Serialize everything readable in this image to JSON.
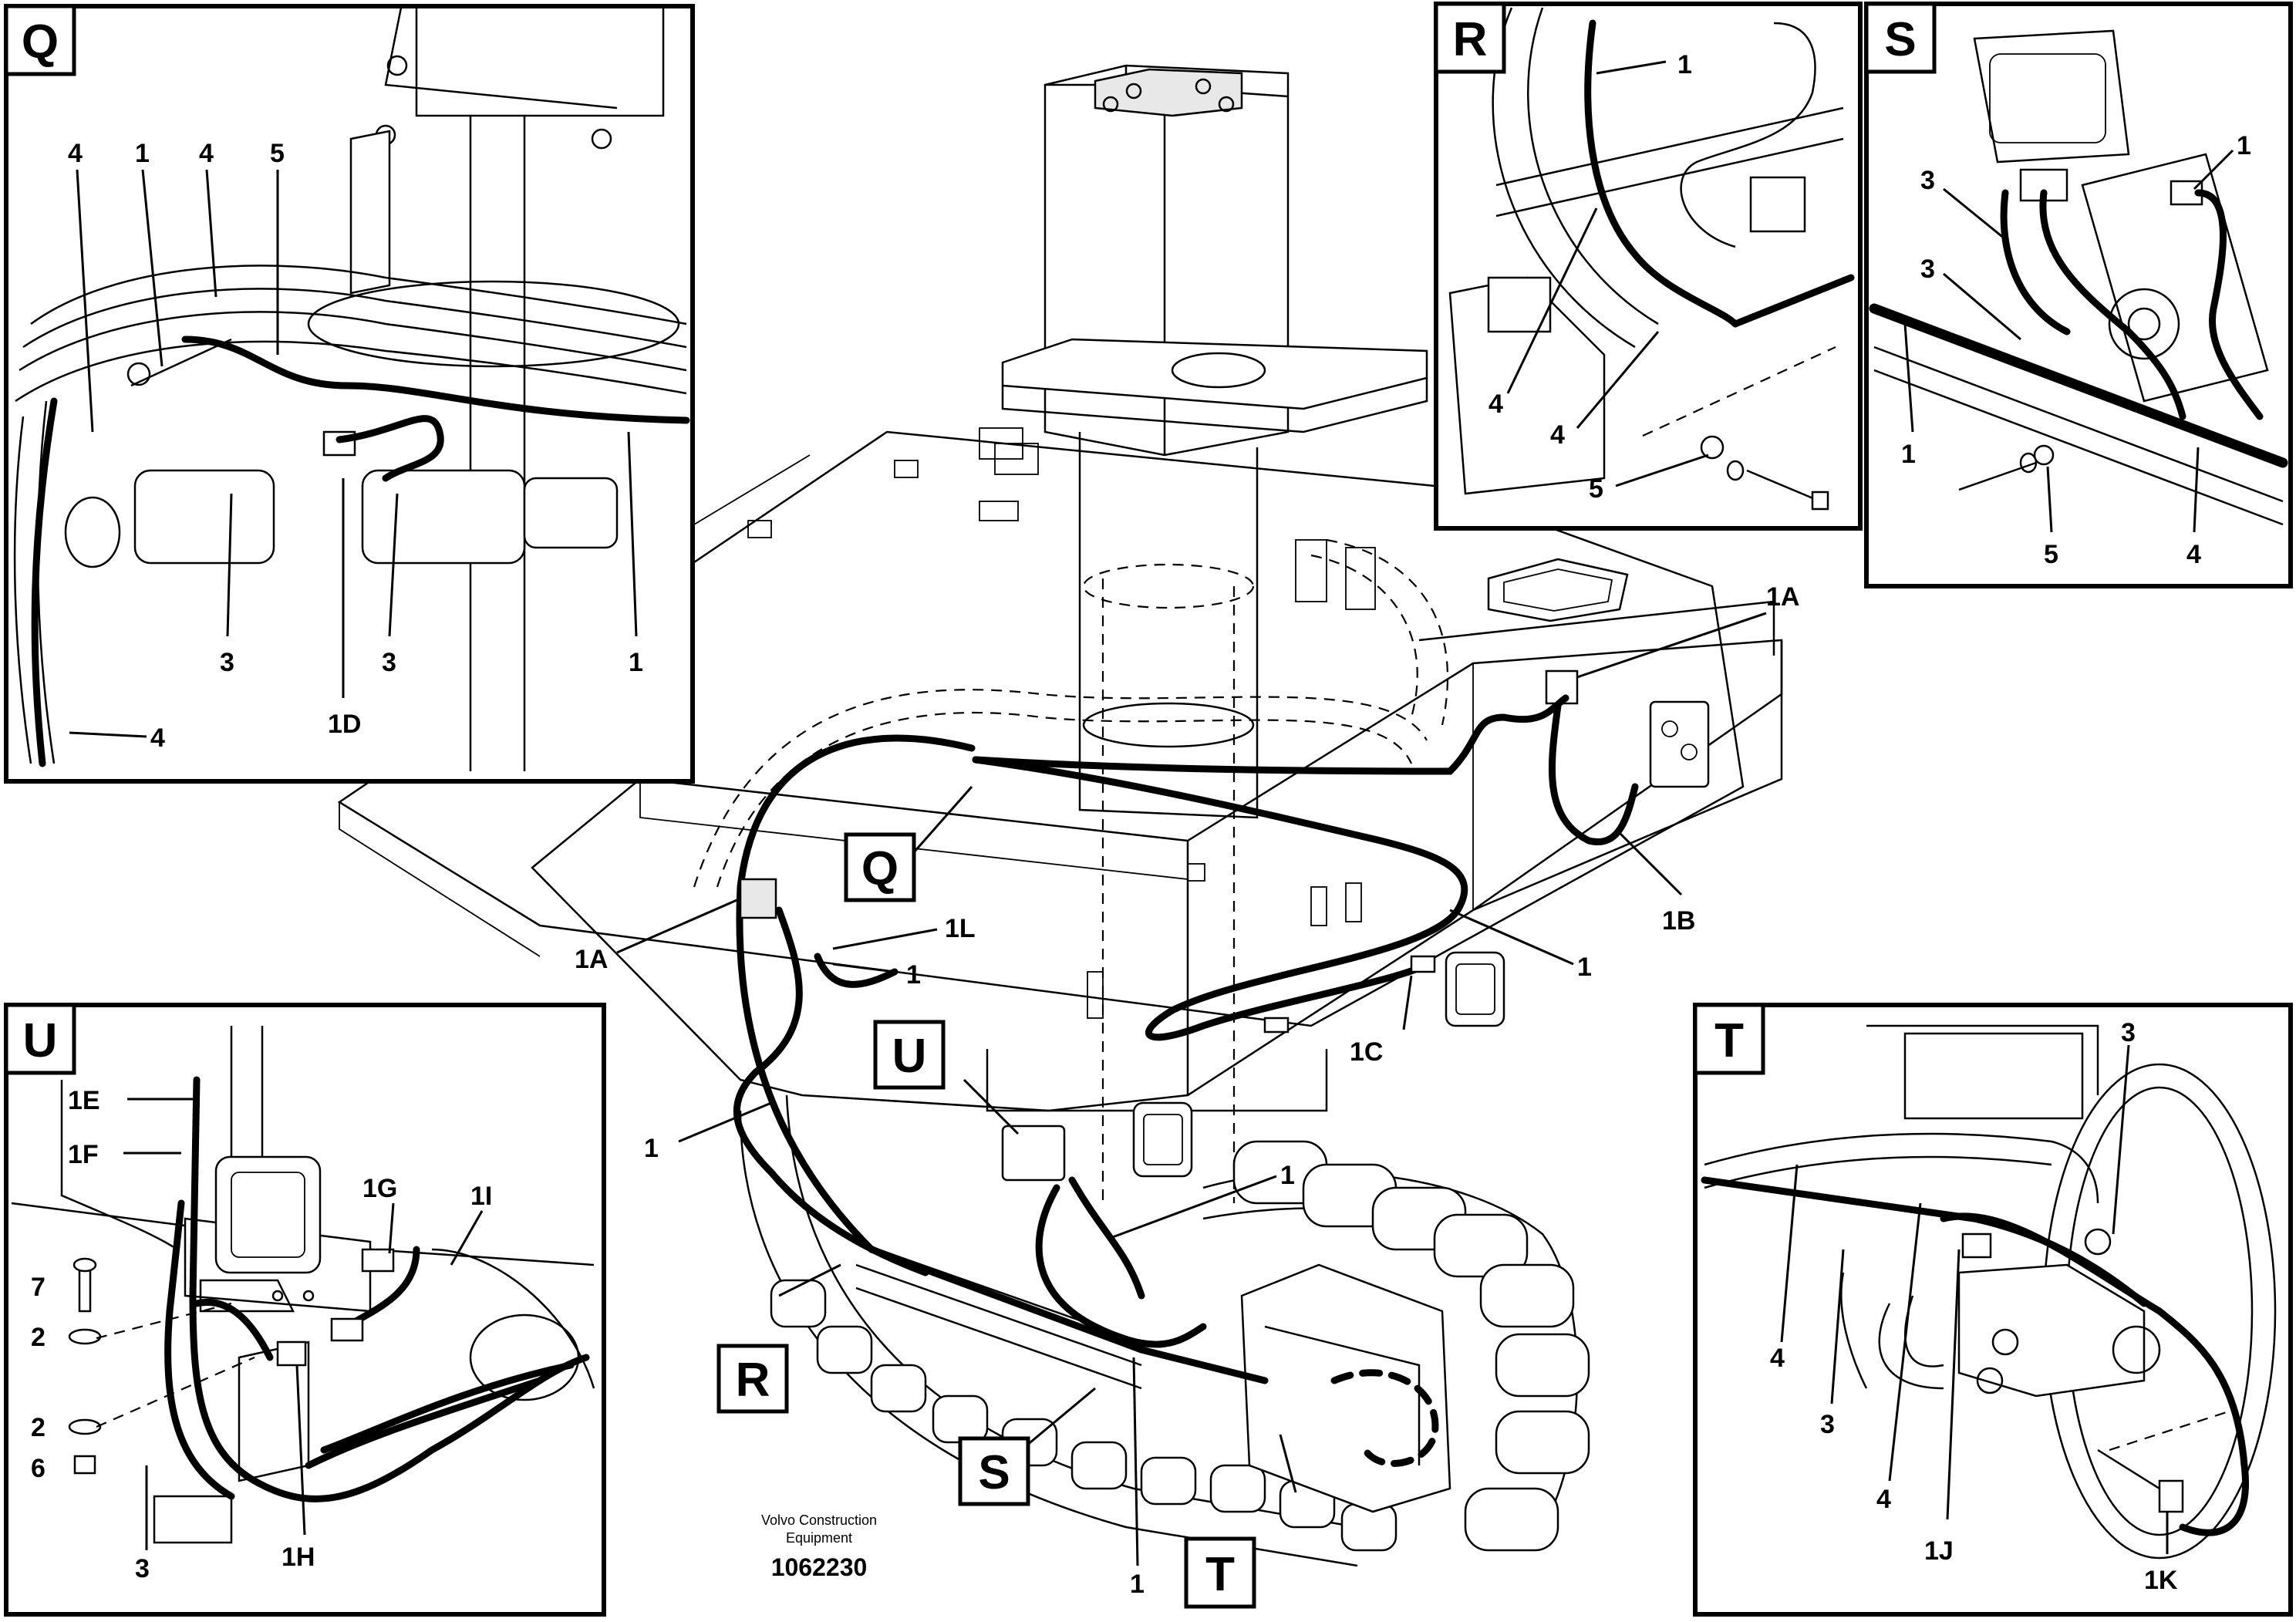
{
  "detail_tags": {
    "q": "Q",
    "r": "R",
    "s": "S",
    "t": "T",
    "u": "U"
  },
  "callouts": {
    "q": {
      "l4a": "4",
      "l1a": "1",
      "l4b": "4",
      "l5": "5",
      "l3a": "3",
      "l3b": "3",
      "l1d": "1D",
      "l1b": "1",
      "l4c": "4"
    },
    "r": {
      "l1": "1",
      "l4a": "4",
      "l4b": "4",
      "l5": "5"
    },
    "s": {
      "l1a": "1",
      "l3a": "3",
      "l3b": "3",
      "l1b": "1",
      "l5": "5",
      "l4": "4"
    },
    "u": {
      "l1e": "1E",
      "l1f": "1F",
      "l1g": "1G",
      "l1i": "1I",
      "l7": "7",
      "l2a": "2",
      "l2b": "2",
      "l6": "6",
      "l3": "3",
      "l1h": "1H"
    },
    "t": {
      "l3a": "3",
      "l4a": "4",
      "l3b": "3",
      "l4b": "4",
      "l1j": "1J",
      "l1k": "1K"
    },
    "main": {
      "l1a_top": "1A",
      "l1b": "1B",
      "l1a_left": "1A",
      "l1l": "1L",
      "l1_left": "1",
      "l1_right": "1",
      "l1c": "1C",
      "l1_mid": "1",
      "l1_lower": "1",
      "l1_bottom": "1"
    }
  },
  "footer": {
    "company_line1": "Volvo Construction",
    "company_line2": "Equipment",
    "drawing_number": "1062230"
  }
}
